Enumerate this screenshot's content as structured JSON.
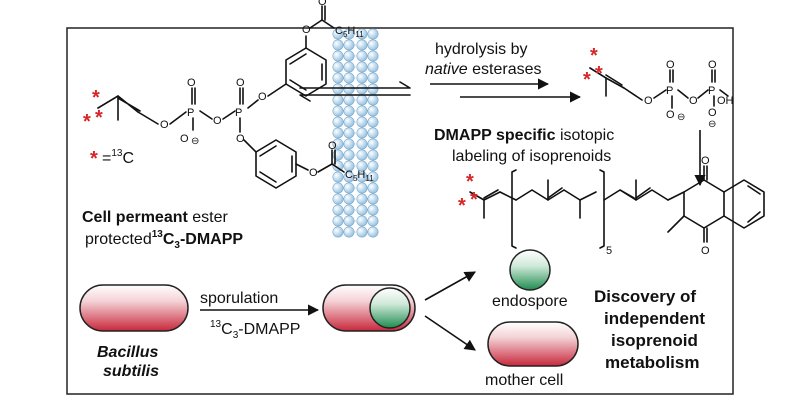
{
  "labels": {
    "hydrolysis_line1": "hydrolysis by",
    "hydrolysis_native": "native",
    "hydrolysis_esterases": " esterases",
    "dmapp_specific": "DMAPP specific",
    "isotopic": " isotopic",
    "labeling": "labeling of isoprenoids",
    "cell_permeant": "Cell permeant",
    "ester": " ester",
    "protected": "protected",
    "isotope_mass": "13",
    "c3_dmapp_c": "C",
    "c3_sub": "3",
    "c3_dmapp_rest": "-DMAPP",
    "carbon_legend_eq": "=",
    "carbon_legend_mass": "13",
    "carbon_legend_c": "C",
    "star": "*",
    "sporulation": "sporulation",
    "reagent_mass": "13",
    "reagent_c": "C",
    "reagent_sub": "3",
    "reagent_rest": "-DMAPP",
    "bacillus": "Bacillus",
    "subtilis": "subtilis",
    "endospore": "endospore",
    "mother_cell": "mother cell",
    "discovery_1": "Discovery of",
    "discovery_2": "independent",
    "discovery_3": "isoprenoid",
    "discovery_4": "metabolism",
    "repeat_n": "5"
  },
  "atoms": {
    "O": "O",
    "P": "P",
    "OH": "OH",
    "minus": "⊖",
    "c5h11_c": "C",
    "c5h11_sub1": "5",
    "c5h11_h": "H",
    "c5h11_sub2": "11"
  },
  "colors": {
    "label_star": "#d62728",
    "membrane_head": "#a9cde8",
    "bacillus_red": "#c8283c",
    "endospore_green": "#1e8c50"
  }
}
